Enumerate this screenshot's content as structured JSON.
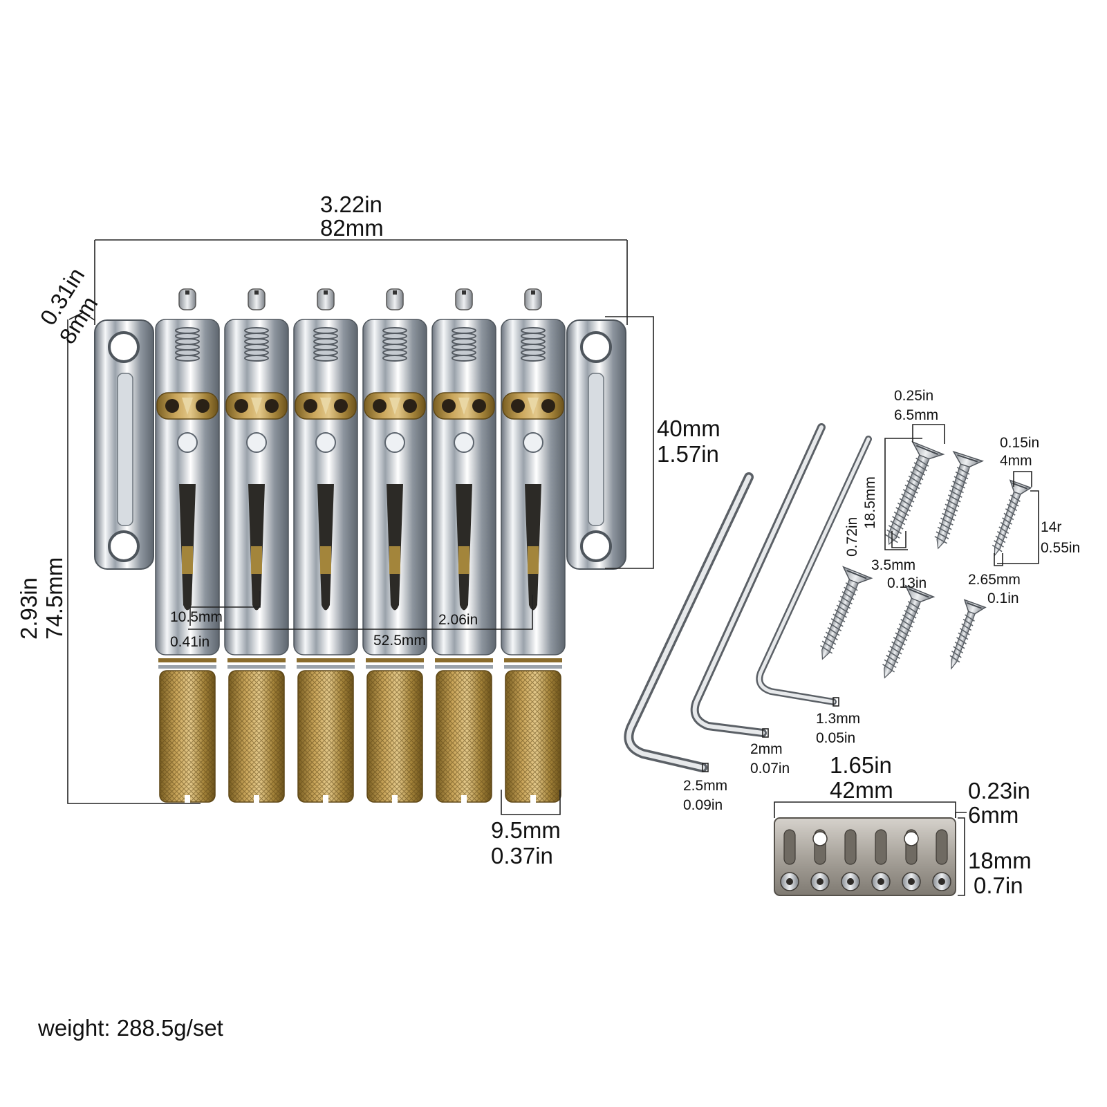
{
  "colors": {
    "chrome_dark": "#7d858f",
    "chrome_light": "#f4f6f8",
    "brass": "#b8953f",
    "brass_dark": "#7a5f22",
    "dim_line": "#222222",
    "background": "#ffffff"
  },
  "bridge": {
    "width_in": "3.22in",
    "width_mm": "82mm",
    "edge_in": "0.31in",
    "edge_mm": "8mm",
    "plate_mm": "40mm",
    "plate_in": "1.57in",
    "length_in": "2.93in",
    "length_mm": "74.5mm",
    "slot_mm": "10.5mm",
    "slot_in": "0.41in",
    "spacing_in": "2.06in",
    "spacing_mm": "52.5mm",
    "barrel_mm": "9.5mm",
    "barrel_in": "0.37in",
    "saddle_count": 6
  },
  "hex_keys": [
    {
      "mm": "2.5mm",
      "in": "0.09in"
    },
    {
      "mm": "2mm",
      "in": "0.07in"
    },
    {
      "mm": "1.3mm",
      "in": "0.05in"
    }
  ],
  "screws": {
    "large_head_in": "0.25in",
    "large_head_mm": "6.5mm",
    "large_len_in": "0.72in",
    "large_len_mm": "18.5mm",
    "large_shank_mm": "3.5mm",
    "large_shank_in": "0.13in",
    "small_head_in": "0.15in",
    "small_head_mm": "4mm",
    "small_len_mm": "14r",
    "small_len_in": "0.55in",
    "small_shank_mm": "2.65mm",
    "small_shank_in": "0.1in"
  },
  "lock_block": {
    "width_in": "1.65in",
    "width_mm": "42mm",
    "thick_in": "0.23in",
    "thick_mm": "6mm",
    "height_mm": "18mm",
    "height_in": "0.7in"
  },
  "weight": "weight: 288.5g/set"
}
